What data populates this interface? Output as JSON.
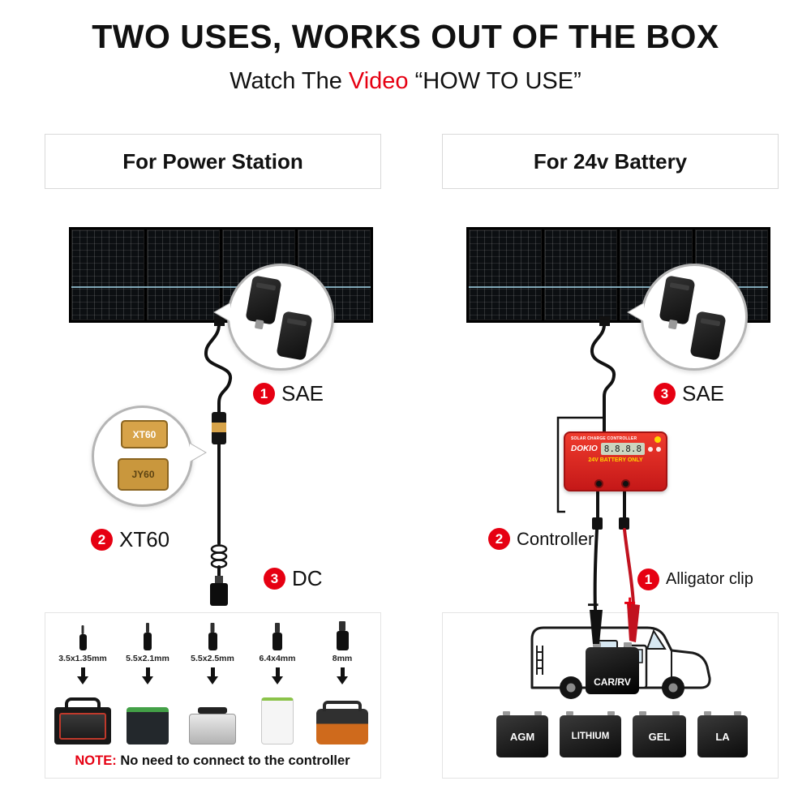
{
  "header": {
    "title": "TWO USES, WORKS OUT OF THE BOX",
    "subtitle_prefix": "Watch The ",
    "subtitle_video": "Video",
    "subtitle_suffix": " “HOW TO USE”"
  },
  "left": {
    "title": "For Power Station",
    "steps": [
      {
        "num": "1",
        "label": "SAE"
      },
      {
        "num": "2",
        "label": "XT60"
      },
      {
        "num": "3",
        "label": "DC"
      }
    ],
    "xt60_labels": {
      "top": "XT60",
      "bottom": "JY60"
    },
    "adapters": [
      "3.5x1.35mm",
      "5.5x2.1mm",
      "5.5x2.5mm",
      "6.4x4mm",
      "8mm"
    ],
    "note_label": "NOTE:",
    "note_text": "No need to connect to the controller"
  },
  "right": {
    "title": "For 24v Battery",
    "sae_step": {
      "num": "3",
      "label": "SAE"
    },
    "controller_step": {
      "num": "2",
      "label": "Controller"
    },
    "clip_step": {
      "num": "1",
      "label": "Alligator clip"
    },
    "controller": {
      "header": "SOLAR CHARGE CONTROLLER",
      "brand": "DOKIO",
      "display": "8.8.8.8",
      "battery_text": "24V BATTERY ONLY"
    },
    "minus": "−",
    "plus": "+",
    "rv_battery_label": "CAR/RV",
    "batteries": [
      "AGM",
      "LITHIUM",
      "GEL",
      "LA"
    ]
  },
  "colors": {
    "accent_red": "#e60012",
    "connector_yellow": "#d7a349",
    "wire_red": "#c1121f"
  }
}
